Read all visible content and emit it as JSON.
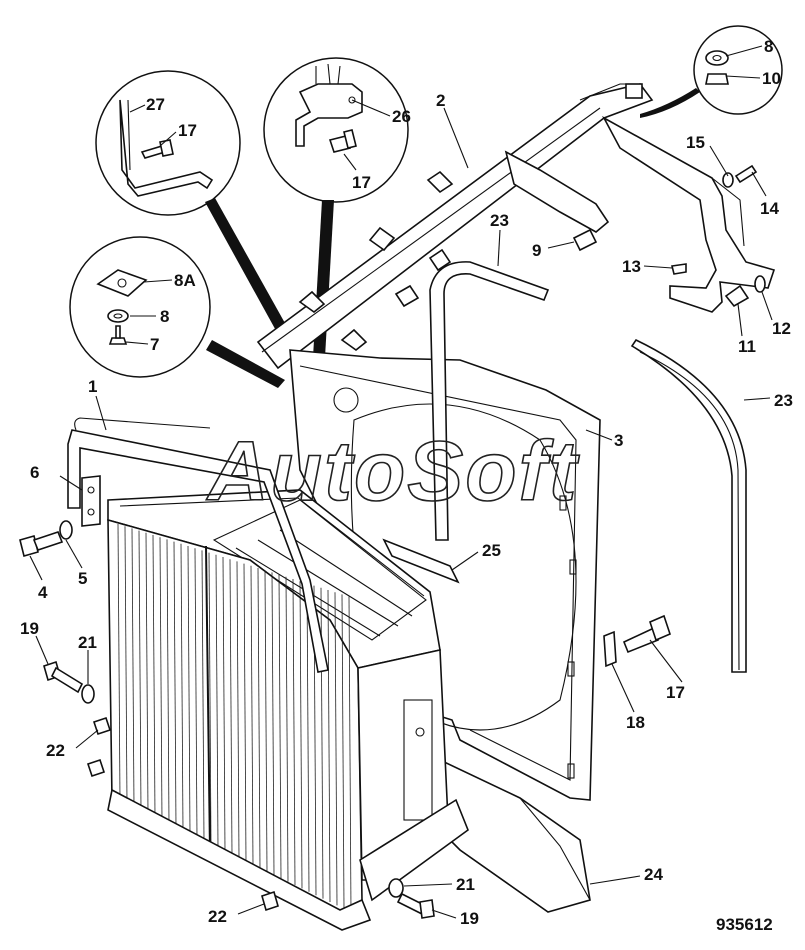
{
  "watermark": "AutoSoft",
  "document_number": "935612",
  "callouts": [
    {
      "id": "c-27",
      "label": "27"
    },
    {
      "id": "c-17-a",
      "label": "17"
    },
    {
      "id": "c-26",
      "label": "26"
    },
    {
      "id": "c-17-b",
      "label": "17"
    },
    {
      "id": "c-2",
      "label": "2"
    },
    {
      "id": "c-8-a",
      "label": "8"
    },
    {
      "id": "c-10",
      "label": "10"
    },
    {
      "id": "c-15",
      "label": "15"
    },
    {
      "id": "c-14",
      "label": "14"
    },
    {
      "id": "c-23-a",
      "label": "23"
    },
    {
      "id": "c-9",
      "label": "9"
    },
    {
      "id": "c-13",
      "label": "13"
    },
    {
      "id": "c-12",
      "label": "12"
    },
    {
      "id": "c-11",
      "label": "11"
    },
    {
      "id": "c-8A",
      "label": "8A"
    },
    {
      "id": "c-8-b",
      "label": "8"
    },
    {
      "id": "c-7",
      "label": "7"
    },
    {
      "id": "c-1",
      "label": "1"
    },
    {
      "id": "c-23-b",
      "label": "23"
    },
    {
      "id": "c-3",
      "label": "3"
    },
    {
      "id": "c-6",
      "label": "6"
    },
    {
      "id": "c-4",
      "label": "4"
    },
    {
      "id": "c-5",
      "label": "5"
    },
    {
      "id": "c-25",
      "label": "25"
    },
    {
      "id": "c-19-a",
      "label": "19"
    },
    {
      "id": "c-21-a",
      "label": "21"
    },
    {
      "id": "c-17-c",
      "label": "17"
    },
    {
      "id": "c-18",
      "label": "18"
    },
    {
      "id": "c-22-a",
      "label": "22"
    },
    {
      "id": "c-24",
      "label": "24"
    },
    {
      "id": "c-21-b",
      "label": "21"
    },
    {
      "id": "c-22-b",
      "label": "22"
    },
    {
      "id": "c-19-b",
      "label": "19"
    }
  ]
}
